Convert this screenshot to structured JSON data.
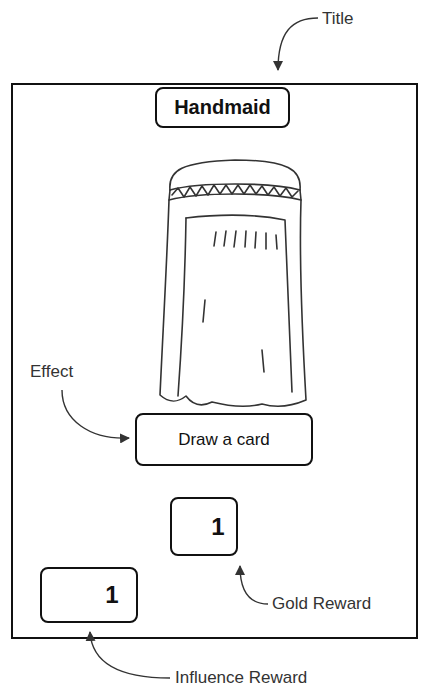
{
  "diagram": {
    "nodes": [
      {
        "text": [
          "Handmaid"
        ]
      },
      {
        "text": [
          "Draw a card"
        ]
      },
      {
        "text": [
          "1"
        ]
      },
      {
        "text": [
          "1"
        ]
      }
    ],
    "labels": [
      "Title",
      "Effect",
      "Gold Reward",
      "Influence Reward"
    ]
  }
}
